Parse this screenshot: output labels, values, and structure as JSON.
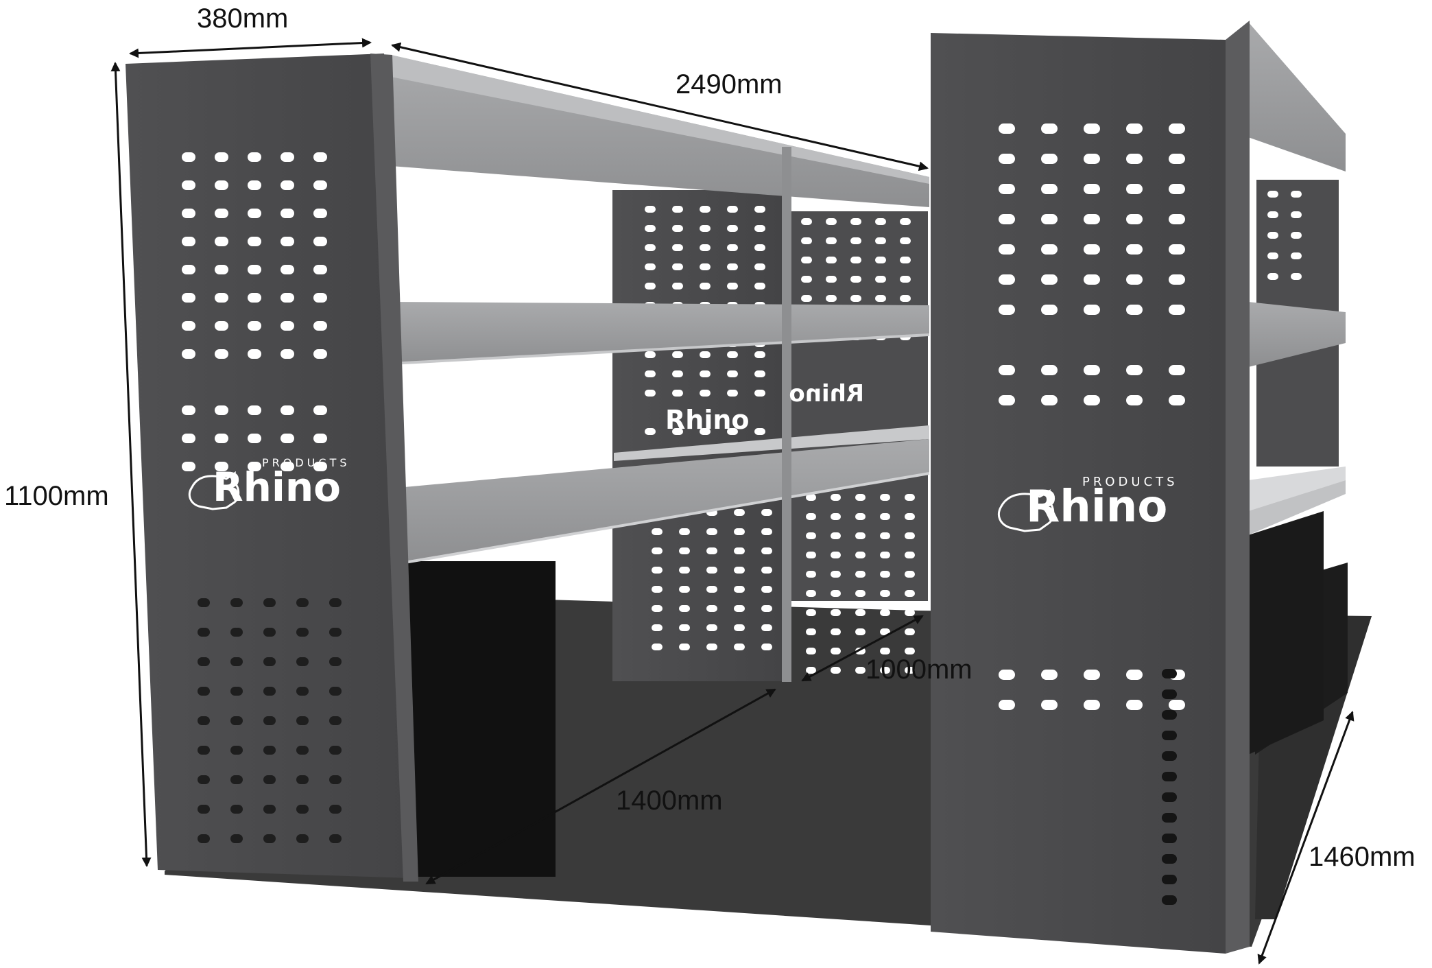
{
  "dimensions": {
    "depth_end_panel": "380mm",
    "total_length": "2490mm",
    "height": "1100mm",
    "depth_mid": "1000mm",
    "floor_length": "1400mm",
    "floor_width": "1460mm"
  },
  "brand": {
    "name": "Rhino",
    "tagline": "PRODUCTS"
  },
  "colors": {
    "panel": "#4a4a4c",
    "panel_edge": "#5a5a5c",
    "shelf": "#9a9b9d",
    "floor": "#3d3d3d",
    "hole": "#ffffff"
  }
}
